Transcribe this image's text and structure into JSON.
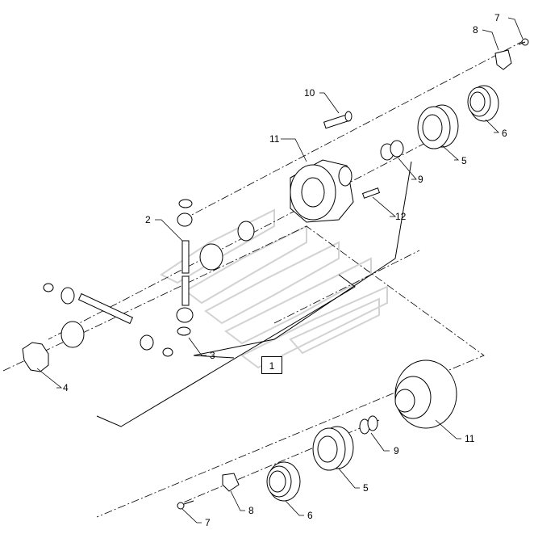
{
  "diagram": {
    "callouts": [
      {
        "id": "c7a",
        "text": "7"
      },
      {
        "id": "c8a",
        "text": "8"
      },
      {
        "id": "c10",
        "text": "10"
      },
      {
        "id": "c11a",
        "text": "11"
      },
      {
        "id": "c6a",
        "text": "6"
      },
      {
        "id": "c5a",
        "text": "5"
      },
      {
        "id": "c9a",
        "text": "9"
      },
      {
        "id": "c12",
        "text": "12"
      },
      {
        "id": "c2",
        "text": "2"
      },
      {
        "id": "c3",
        "text": "3"
      },
      {
        "id": "c1",
        "text": "1"
      },
      {
        "id": "c4",
        "text": "4"
      },
      {
        "id": "c11b",
        "text": "11"
      },
      {
        "id": "c9b",
        "text": "9"
      },
      {
        "id": "c5b",
        "text": "5"
      },
      {
        "id": "c8b",
        "text": "8"
      },
      {
        "id": "c6b",
        "text": "6"
      },
      {
        "id": "c7b",
        "text": "7"
      }
    ]
  },
  "colors": {
    "line": "#000000",
    "watermark": "#d0d0d0",
    "background": "#ffffff"
  }
}
